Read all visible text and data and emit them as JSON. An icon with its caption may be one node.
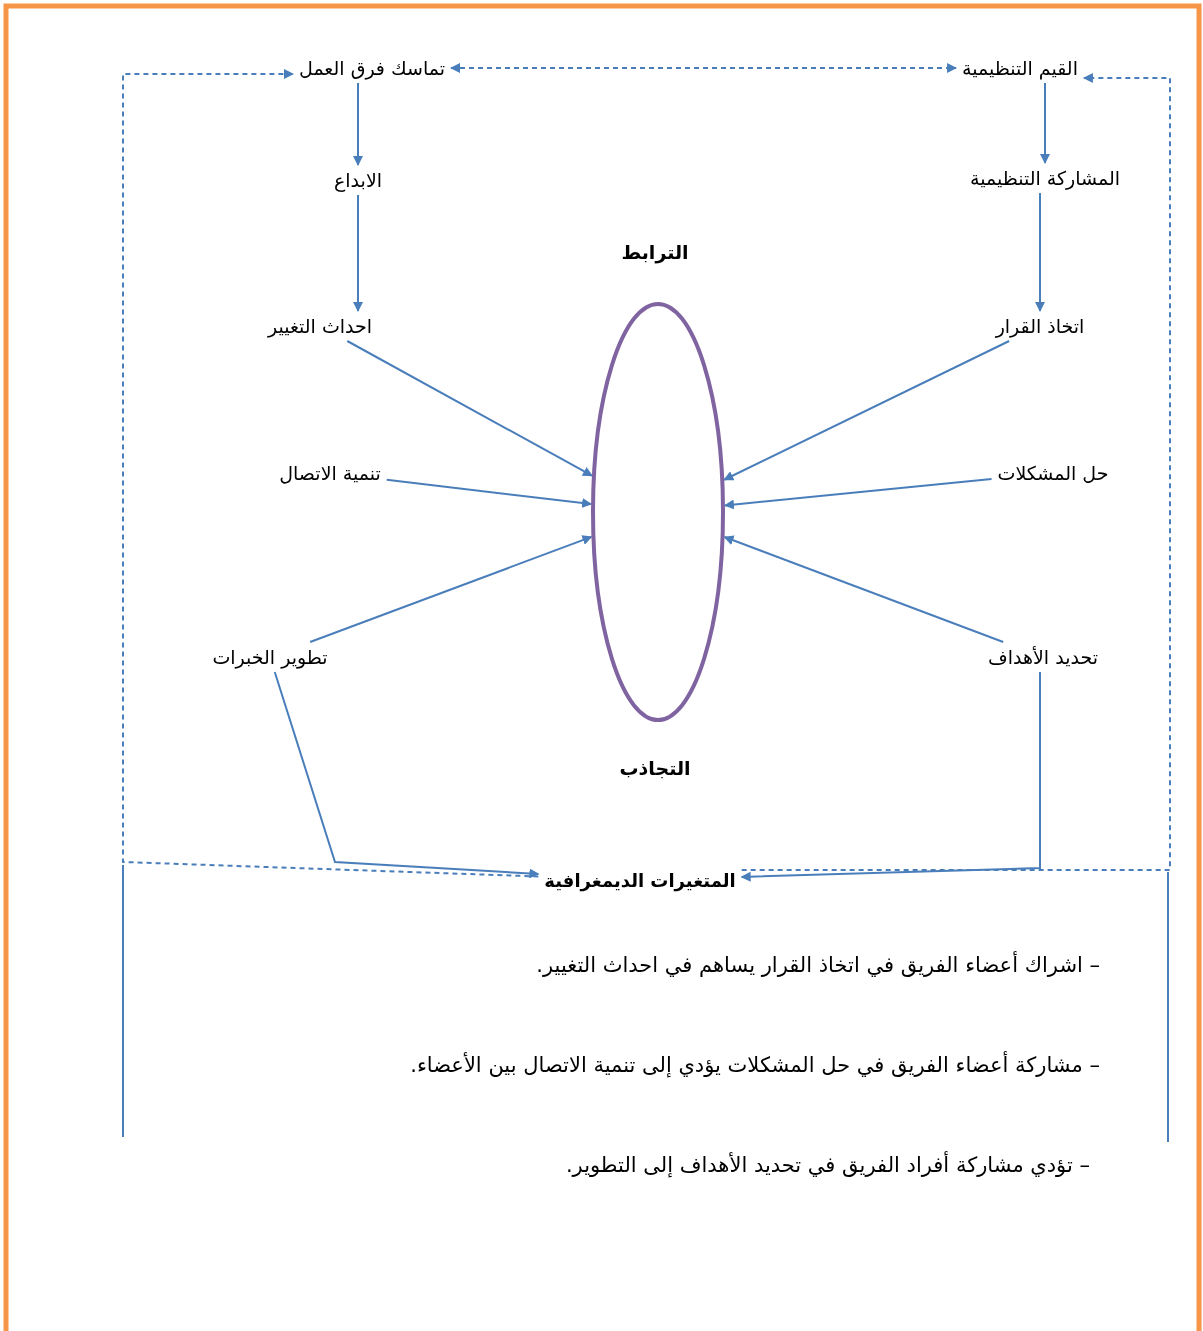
{
  "diagram": {
    "nodes": [
      {
        "text": [
          "القيم التنظيمية"
        ]
      },
      {
        "text": [
          "تماسك فرق العمل"
        ]
      },
      {
        "text": [
          "المشاركة التنظيمية"
        ]
      },
      {
        "text": [
          "الابداع"
        ]
      },
      {
        "text": [
          "اتخاذ القرار"
        ]
      },
      {
        "text": [
          "احداث التغيير"
        ]
      },
      {
        "text": [
          "حل المشكلات"
        ]
      },
      {
        "text": [
          "تنمية الاتصال"
        ]
      },
      {
        "text": [
          "تحديد الأهداف"
        ]
      },
      {
        "text": [
          "تطوير الخبرات"
        ]
      },
      {
        "text": [],
        "shape": "ellipse"
      },
      {
        "text": [
          "المتغيرات الديمغرافية"
        ]
      }
    ],
    "edges": [
      {
        "from": 1,
        "to": 0,
        "arrow": "both",
        "style": "dashed"
      },
      {
        "from": 0,
        "to": 2,
        "arrow": "to"
      },
      {
        "from": 1,
        "to": 3,
        "arrow": "to"
      },
      {
        "from": 2,
        "to": 4,
        "arrow": "to"
      },
      {
        "from": 3,
        "to": 5,
        "arrow": "to"
      },
      {
        "from": 5,
        "to": 10,
        "arrow": "to"
      },
      {
        "from": 7,
        "to": 10,
        "arrow": "to"
      },
      {
        "from": 9,
        "to": 10,
        "arrow": "to"
      },
      {
        "from": 4,
        "to": 10,
        "arrow": "to"
      },
      {
        "from": 6,
        "to": 10,
        "arrow": "to"
      },
      {
        "from": 8,
        "to": 10,
        "arrow": "to"
      },
      {
        "from": 9,
        "to": 11,
        "arrow": "to"
      },
      {
        "from": 8,
        "to": 11,
        "arrow": "to"
      },
      {
        "from": 11,
        "to": 1,
        "arrow": "to",
        "style": "dashed"
      },
      {
        "from": 11,
        "to": 0,
        "arrow": "to",
        "style": "dashed"
      }
    ],
    "labels": [
      "الترابط",
      "التجاذب",
      "– اشراك أعضاء الفريق في اتخاذ القرار يساهم في احداث التغيير.",
      "– مشاركة أعضاء الفريق في حل المشكلات يؤدي إلى تنمية الاتصال بين الأعضاء.",
      "– تؤدي مشاركة أفراد الفريق في تحديد الأهداف إلى التطوير."
    ]
  }
}
